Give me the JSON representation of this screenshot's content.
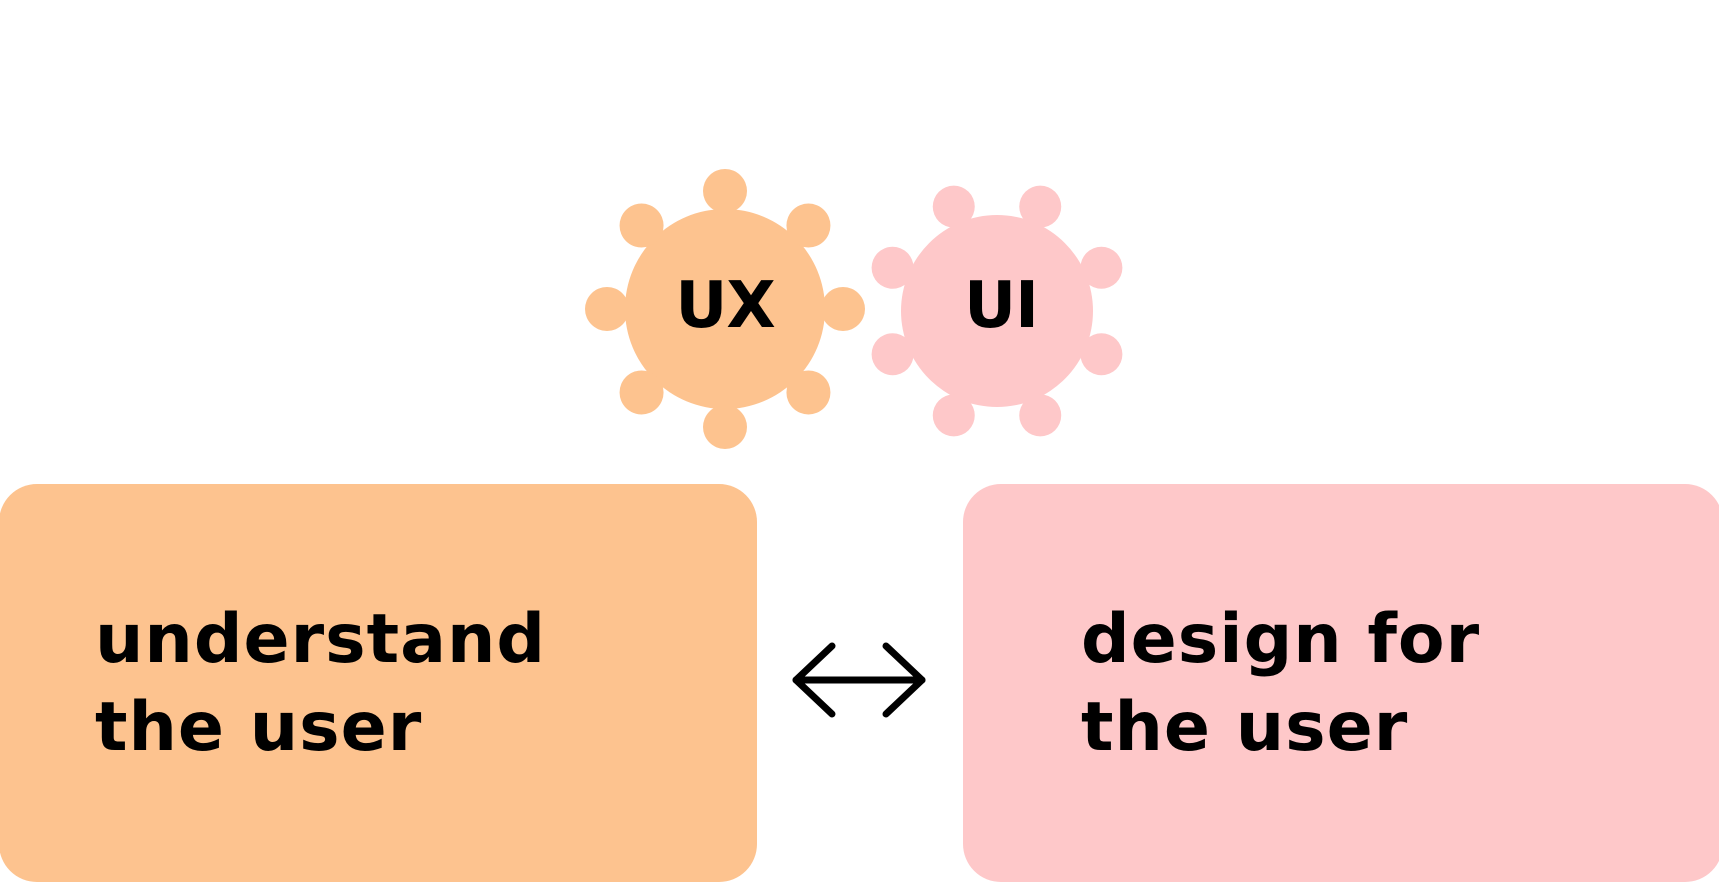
{
  "gears": {
    "ux": {
      "label": "UX",
      "color": "#fdc38f"
    },
    "ui": {
      "label": "UI",
      "color": "#fec8c9"
    }
  },
  "cards": {
    "ux": {
      "line1": "understand",
      "line2": "the user",
      "color": "#fdc38f"
    },
    "ui": {
      "line1": "design for",
      "line2": "the user",
      "color": "#fec8c9"
    }
  },
  "arrow": {
    "icon": "double-arrow-icon",
    "color": "#000000"
  }
}
